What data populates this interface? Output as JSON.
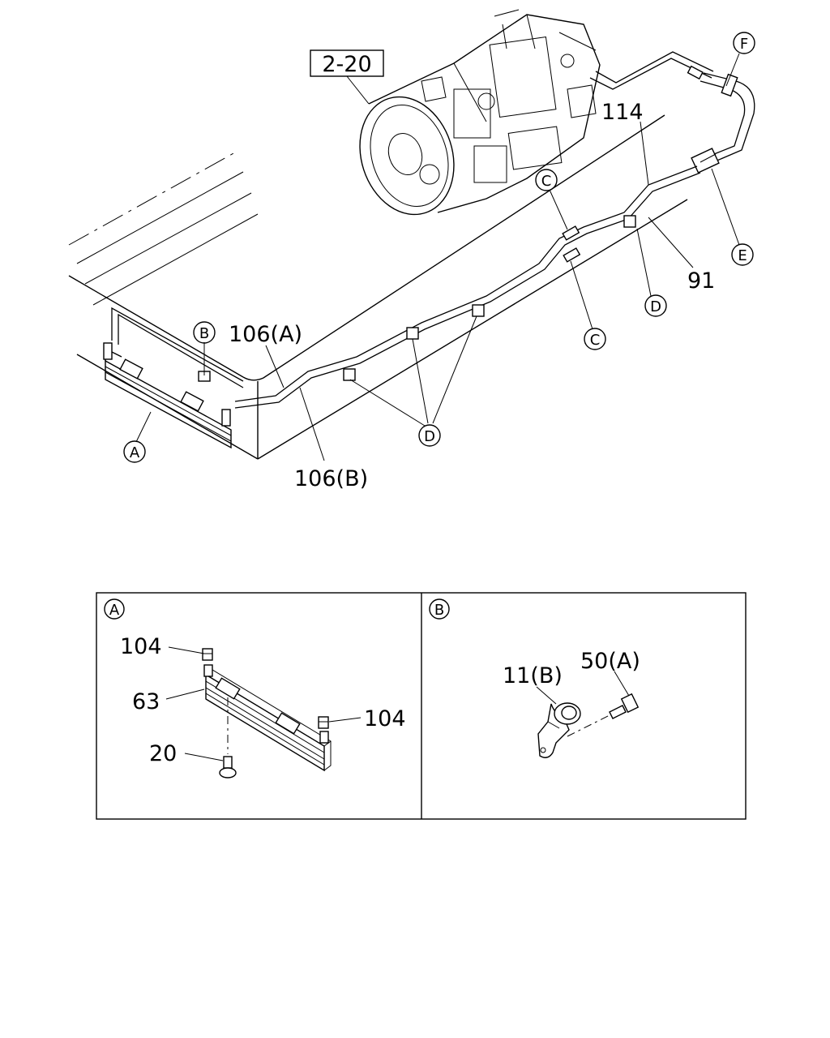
{
  "main_view": {
    "ref_box": "2-20",
    "labels": {
      "p114": "114",
      "p91": "91",
      "p106a": "106(A)",
      "p106b": "106(B)"
    },
    "callouts": {
      "F": "F",
      "C_top": "C",
      "E": "E",
      "D_right": "D",
      "C_bottom": "C",
      "B": "B",
      "D_bottom": "D",
      "A": "A"
    }
  },
  "detail_a": {
    "tag": "A",
    "labels": {
      "p104_top": "104",
      "p63": "63",
      "p104_right": "104",
      "p20": "20"
    }
  },
  "detail_b": {
    "tag": "B",
    "labels": {
      "p11b": "11(B)",
      "p50a": "50(A)"
    }
  }
}
